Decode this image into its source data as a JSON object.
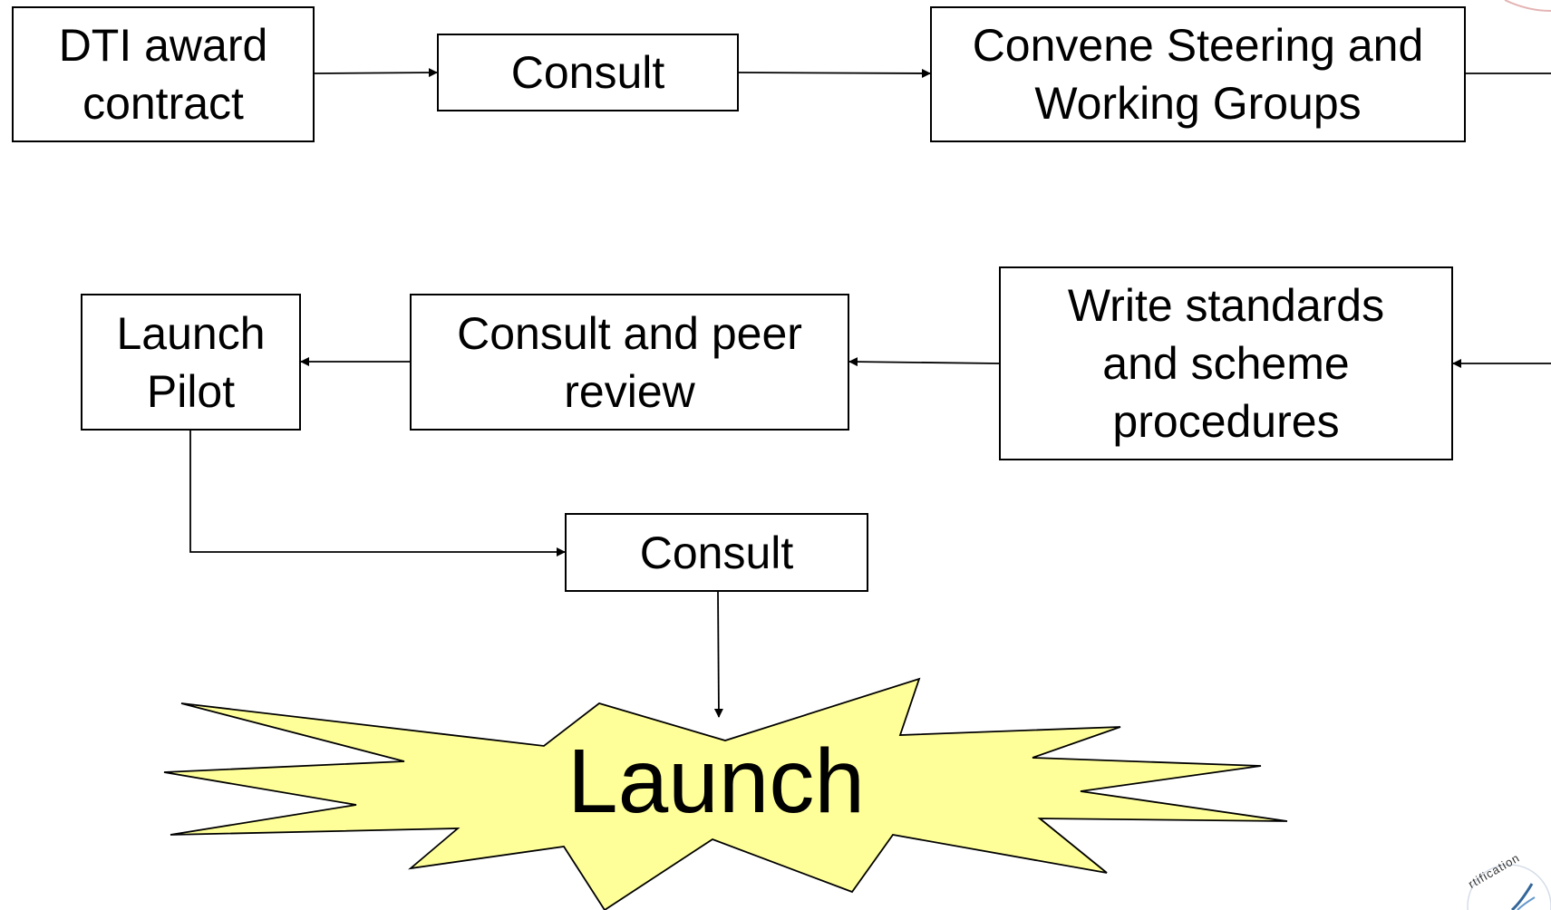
{
  "nodes": {
    "dti_award": "DTI award contract",
    "consult_1": "Consult",
    "convene": "Convene Steering and Working Groups",
    "write_standards": "Write standards and scheme procedures",
    "peer_review": "Consult and peer review",
    "launch_pilot": "Launch Pilot",
    "consult_2": "Consult"
  },
  "launch_burst": {
    "label": "Launch",
    "fill": "#ffff99"
  },
  "logo": {
    "text": "rtification",
    "ring_color": "#336699"
  },
  "colors": {
    "stroke": "#000000",
    "background": "#ffffff"
  }
}
